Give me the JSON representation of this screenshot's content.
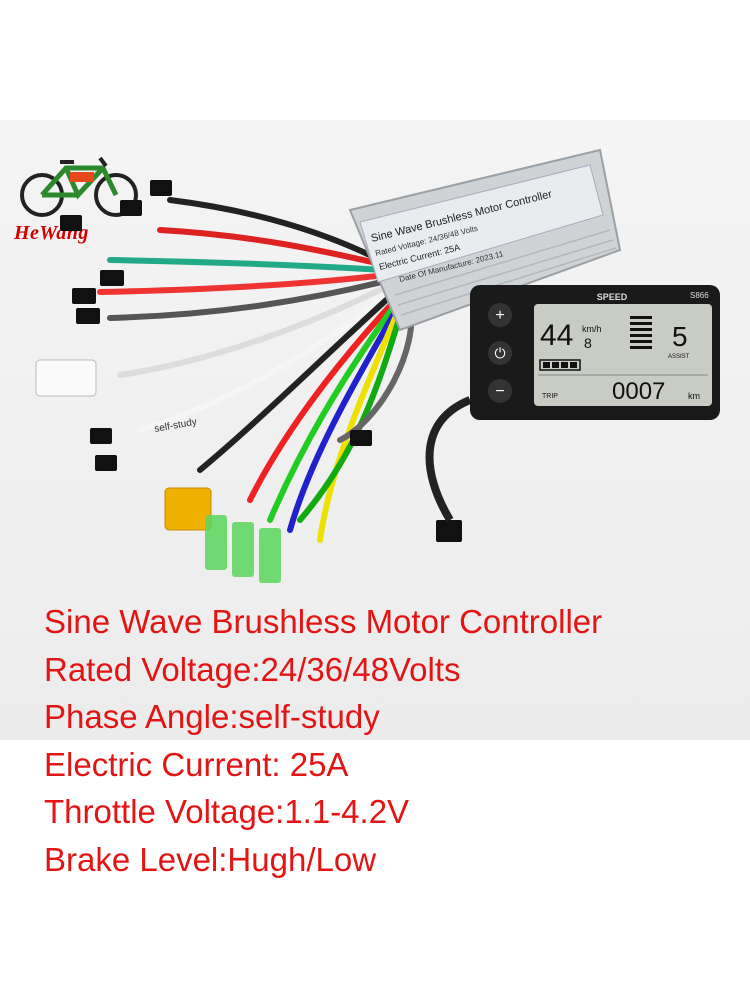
{
  "brand": {
    "name": "HeWang"
  },
  "controller": {
    "title": "Sine Wave Brushless Motor Controller",
    "rated_voltage": "Rated Voltage: 24/36/48 Volts",
    "phase_angle": "Phase Angle: self-study",
    "electric_current": "Electric Current: 25A",
    "throttle": "Throttle Voltage: 1.1-4.2V",
    "brake": "Brake Level: Hugh/Low",
    "date": "Date Of Manufacture: 2023.11"
  },
  "cable_tag": "self-study",
  "display": {
    "model": "S866",
    "speed_label": "SPEED",
    "speed": "44",
    "unit": "km/h",
    "sub_digit": "8",
    "assist_level": "5",
    "assist_label": "ASSIST",
    "trip_label": "TRIP",
    "trip_value": "0007",
    "trip_unit": "km",
    "buttons": {
      "plus": "+",
      "power": "⏻",
      "minus": "−"
    }
  },
  "specs": [
    "Sine Wave Brushless Motor Controller",
    "Rated Voltage:24/36/48Volts",
    "Phase Angle:self-study",
    "Electric Current: 25A",
    "Throttle Voltage:1.1-4.2V",
    "Brake Level:Hugh/Low"
  ],
  "colors": {
    "spec_text": "#e31414",
    "brand": "#d40000",
    "lcd": "#c9ccc4"
  }
}
